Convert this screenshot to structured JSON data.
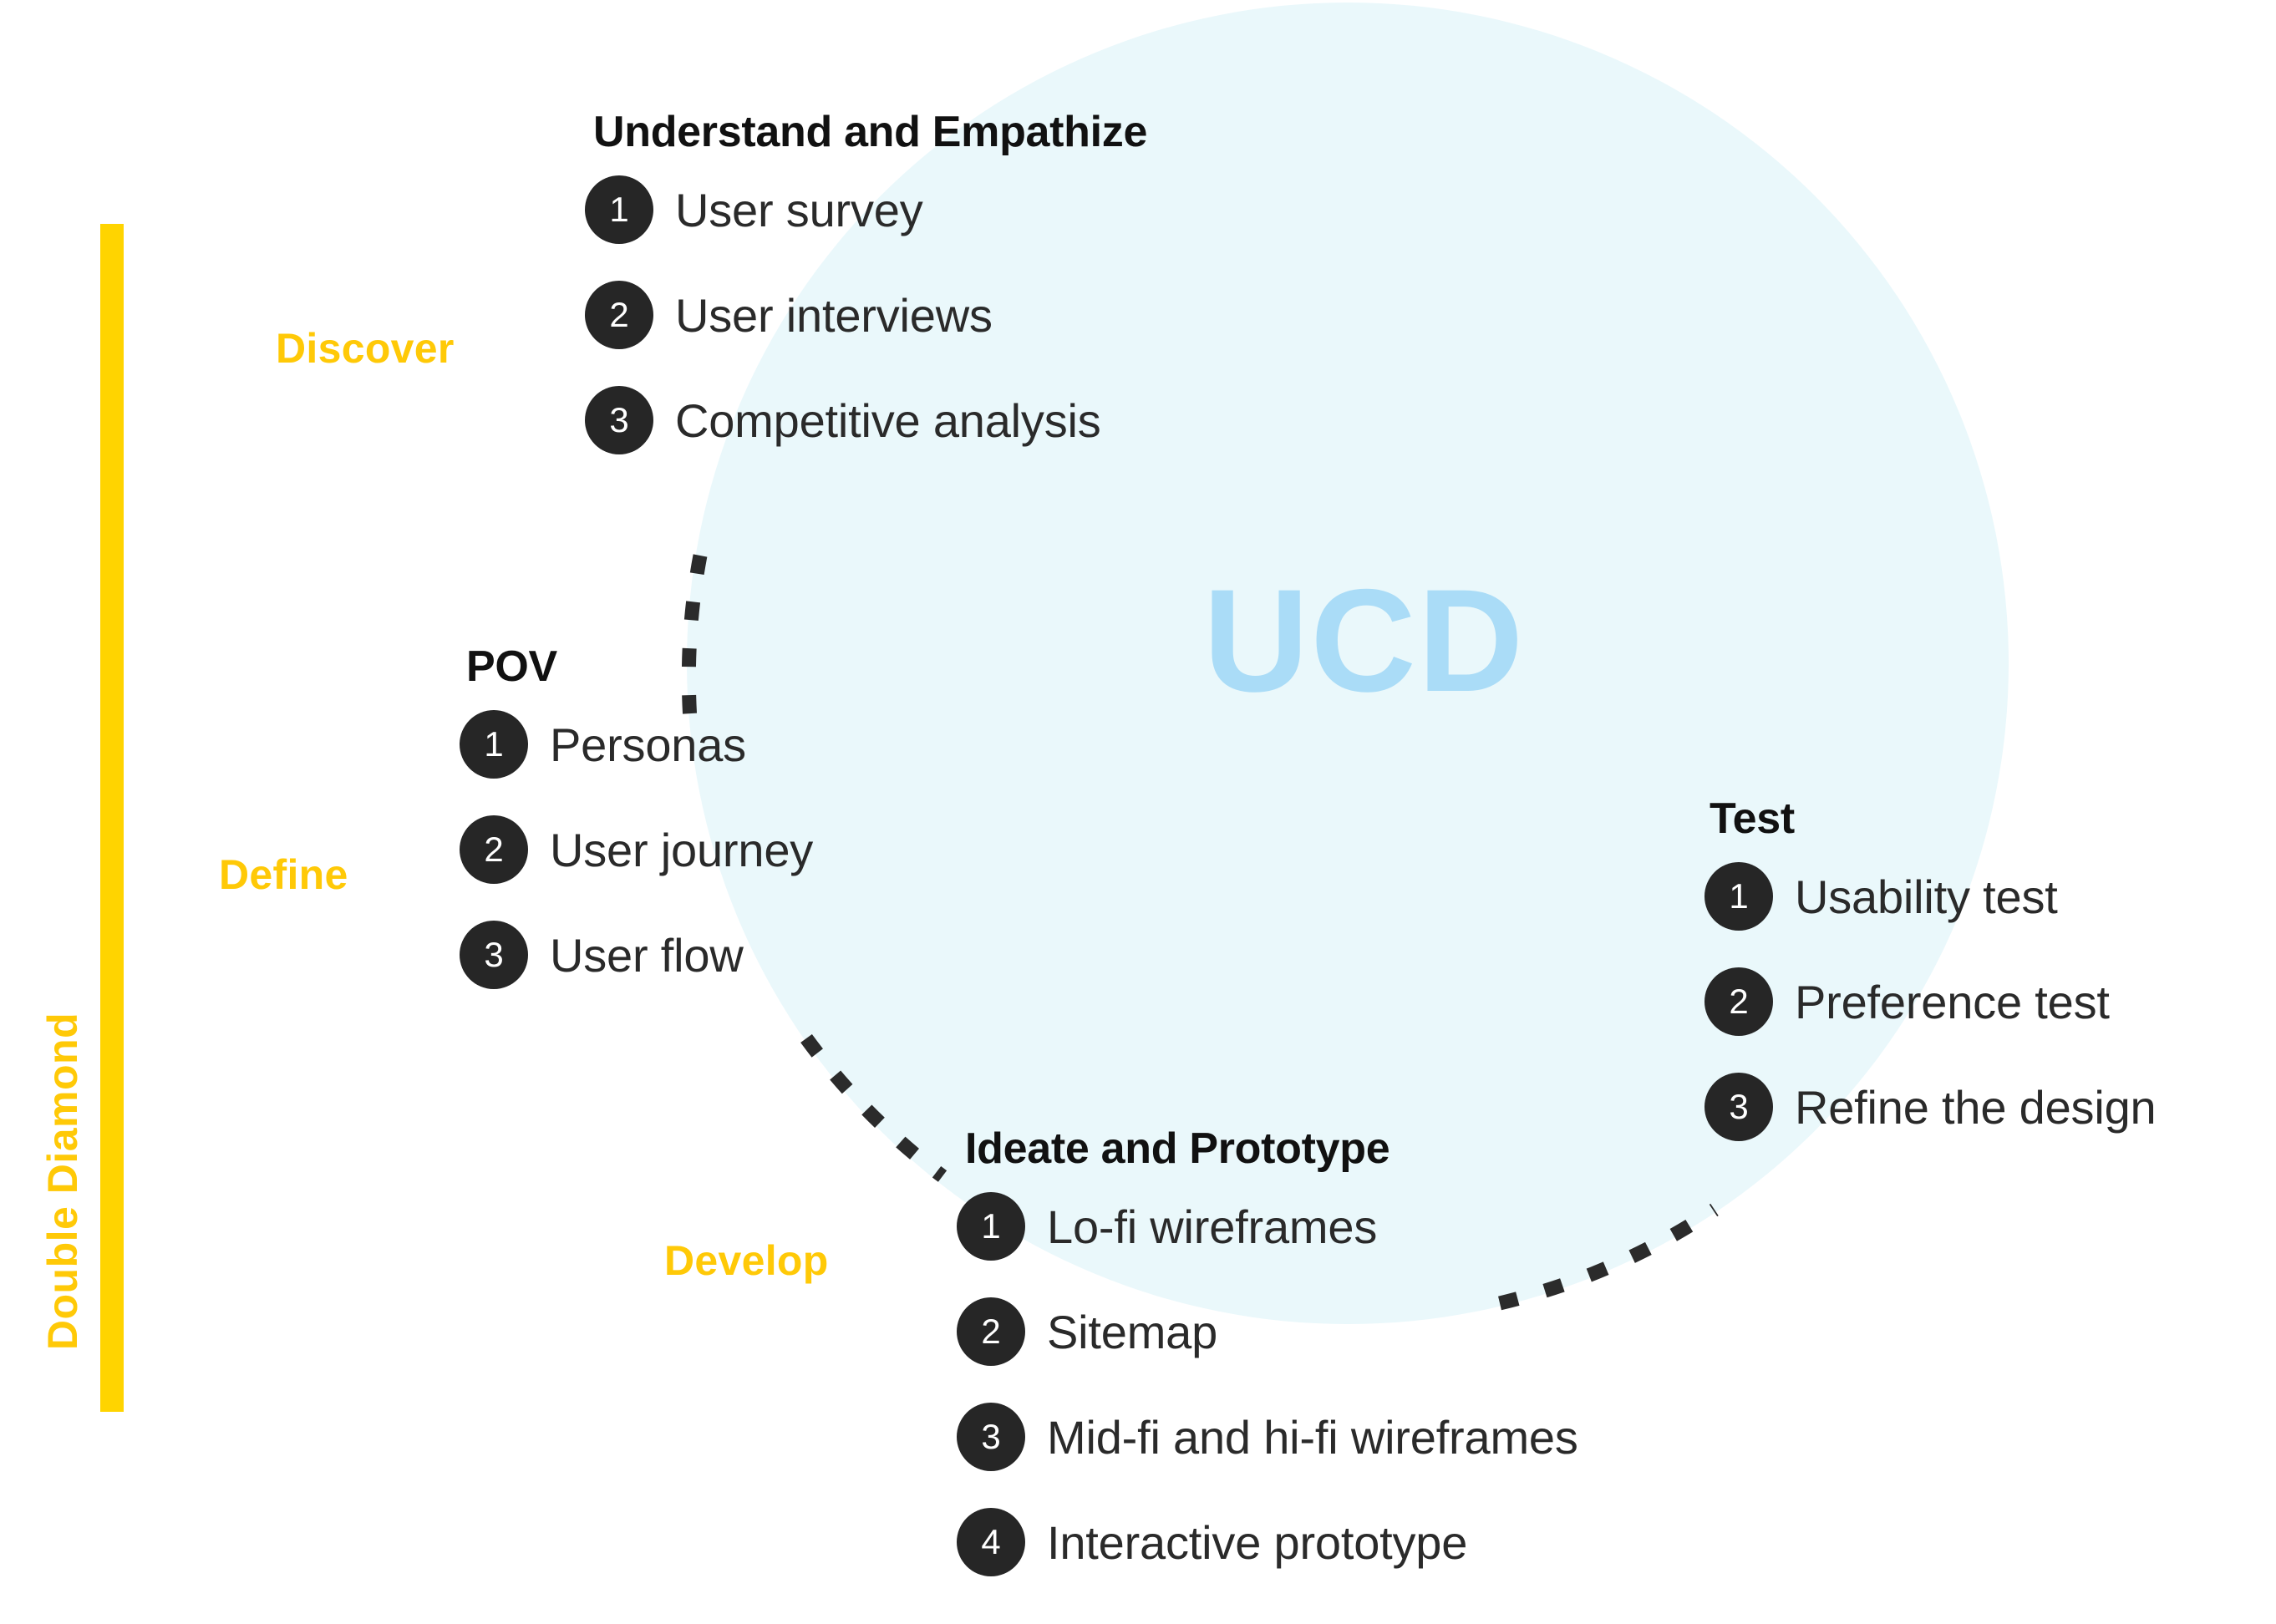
{
  "diagram": {
    "axis_label": "Double Diamond",
    "center_mark": "UCD",
    "accent_color": "#ffc907",
    "circle_color": "#eaf8fb",
    "badge_color": "#262626",
    "stages": [
      {
        "name": "Discover"
      },
      {
        "name": "Define"
      },
      {
        "name": "Develop"
      }
    ],
    "groups": [
      {
        "id": "understand",
        "title": "Understand and Empathize",
        "items": [
          {
            "num": "1",
            "label": "User survey"
          },
          {
            "num": "2",
            "label": "User interviews"
          },
          {
            "num": "3",
            "label": "Competitive analysis"
          }
        ]
      },
      {
        "id": "pov",
        "title": "POV",
        "items": [
          {
            "num": "1",
            "label": "Personas"
          },
          {
            "num": "2",
            "label": "User journey"
          },
          {
            "num": "3",
            "label": "User flow"
          }
        ]
      },
      {
        "id": "ideate",
        "title": "Ideate and Prototype",
        "items": [
          {
            "num": "1",
            "label": "Lo-fi wireframes"
          },
          {
            "num": "2",
            "label": "Sitemap"
          },
          {
            "num": "3",
            "label": "Mid-fi and hi-fi wireframes"
          },
          {
            "num": "4",
            "label": "Interactive prototype"
          }
        ]
      },
      {
        "id": "test",
        "title": "Test",
        "items": [
          {
            "num": "1",
            "label": "Usability test"
          },
          {
            "num": "2",
            "label": "Preference test"
          },
          {
            "num": "3",
            "label": "Refine the design"
          }
        ]
      }
    ]
  }
}
